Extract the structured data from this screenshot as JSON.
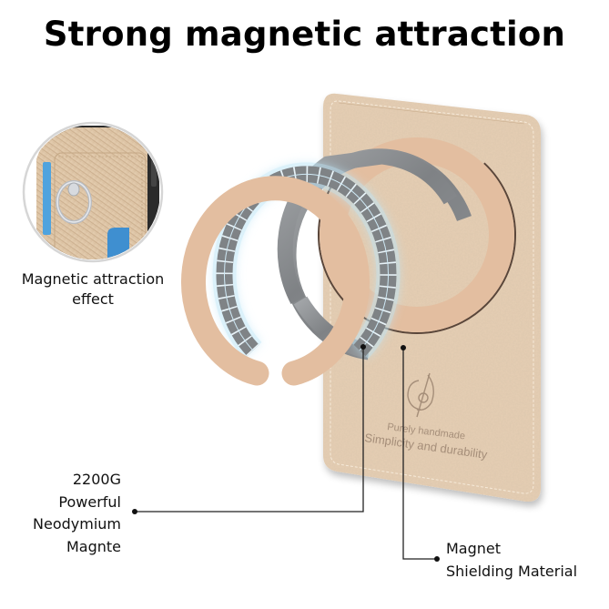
{
  "header": {
    "title": "Strong magnetic attraction"
  },
  "inset": {
    "caption_line1": "Magnetic attraction",
    "caption_line2": "effect",
    "icon": "ring-holder-phone-case-photo"
  },
  "card": {
    "emboss_line1": "Purely handmade",
    "emboss_line2": "Simplicity and durability",
    "logo_icon": "leaf-logo-icon"
  },
  "callouts": {
    "magnet": {
      "line1": "2200G",
      "line2": "Powerful",
      "line3": "Neodymium",
      "line4": "Magnte"
    },
    "shield": {
      "line1": "Magnet",
      "line2": "Shielding Material"
    }
  },
  "colors": {
    "leather": "#e6cfb4",
    "peach_ring": "#e3bea0",
    "steel": "#8a8d90",
    "glow": "#a9d8f0",
    "callout_line": "#222222"
  }
}
